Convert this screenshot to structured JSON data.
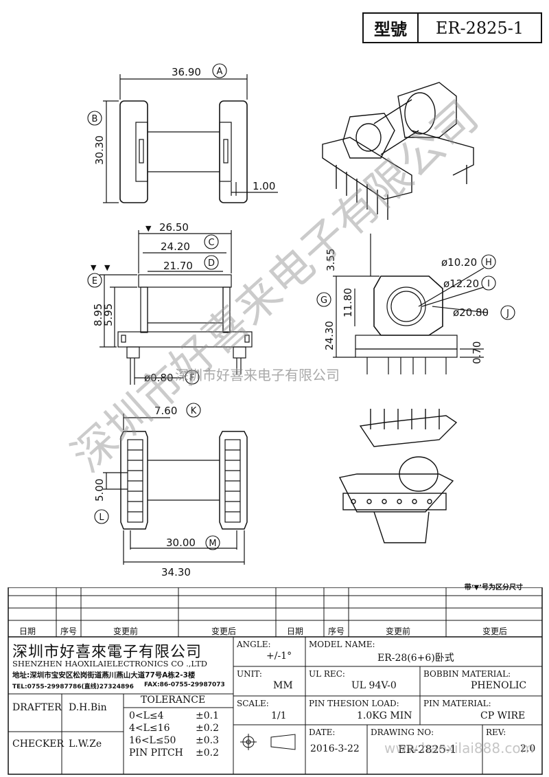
{
  "title_box": {
    "label": "型號",
    "model": "ER-2825-1"
  },
  "dimensions": {
    "A": "36.90",
    "B": "30.30",
    "pin_offset": "1.00",
    "dim_26_50": "26.50",
    "C": "24.20",
    "D": "21.70",
    "E1": "8.95",
    "E2": "5.95",
    "F": "ø0.80",
    "G_outer": "24.30",
    "G_inner": "11.80",
    "dim_3_55": "3.55",
    "H": "ø10.20",
    "I": "ø12.20",
    "J": "ø20.80",
    "dim_0_70": "0.70",
    "K": "7.60",
    "L": "5.00",
    "M": "30.00",
    "dim_34_30": "34.30"
  },
  "circle_labels": [
    "A",
    "B",
    "C",
    "D",
    "E",
    "F",
    "G",
    "H",
    "I",
    "J",
    "K",
    "L",
    "M"
  ],
  "markers": {
    "triangle": "▼"
  },
  "watermark": {
    "company": "深圳市好喜来电子有限公司",
    "site": "www.haoxilai888.com"
  },
  "note": "带‘▼’号为区分尺寸",
  "revision_table": {
    "headers": [
      "日期",
      "序号",
      "变更前",
      "变更后",
      "日期",
      "序号",
      "变更前",
      "变更后"
    ]
  },
  "company": {
    "name_cn": "深圳市好喜來電子有限公司",
    "name_en": "SHENZHEN HAOXILAIELECTRONICS CO .,LTD",
    "address": "地址:深圳市宝安区松岗街道燕川燕山大道77号A栋2-3楼",
    "tel": "TEL:0755-29987786(直线)27324896",
    "fax": "FAX:86-0755-29987073"
  },
  "fields": {
    "angle_label": "ANGLE:",
    "angle_value": "+/-1°",
    "unit_label": "UNIT:",
    "unit_value": "MM",
    "scale_label": "SCALE:",
    "scale_value": "1/1",
    "model_label": "MODEL NAME:",
    "model_value": "ER-28(6+6)卧式",
    "ul_label": "UL REC:",
    "ul_value": "UL 94V-0",
    "bobbin_label": "BOBBIN MATERIAL:",
    "bobbin_value": "PHENOLIC",
    "load_label": "PIN THESION LOAD:",
    "load_value": "1.0KG MIN",
    "pin_label": "PIN MATERIAL:",
    "pin_value": "CP  WIRE",
    "date_label": "DATE:",
    "date_value": "2016-3-22",
    "drawing_label": "DRAWING NO:",
    "drawing_value": "ER-2825-1",
    "rev_label": "REV:",
    "rev_value": "2.0"
  },
  "people": {
    "drafter_label": "DRAFTER",
    "drafter_value": "D.H.Bin",
    "checker_label": "CHECKER",
    "checker_value": "L.W.Ze"
  },
  "tolerance": {
    "title": "TOLERANCE",
    "rows": [
      {
        "range": "0<L≤4",
        "value": "±0.1"
      },
      {
        "range": "4<L≤16",
        "value": "±0.2"
      },
      {
        "range": "16<L≤50",
        "value": "±0.3"
      },
      {
        "range": "PIN PITCH",
        "value": "±0.2"
      }
    ]
  }
}
